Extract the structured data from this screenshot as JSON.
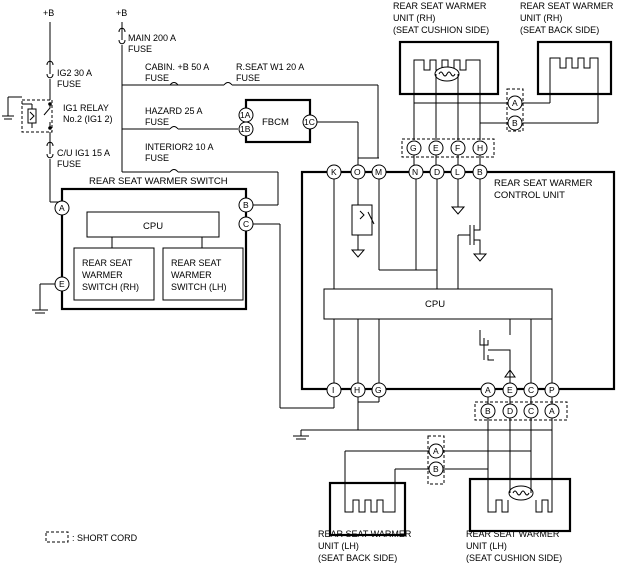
{
  "power": {
    "b1": "+B",
    "b2": "+B"
  },
  "fuses": {
    "main200": [
      "MAIN 200 A",
      "FUSE"
    ],
    "ig2": [
      "IG2 30 A",
      "FUSE"
    ],
    "cabin": [
      "CABIN. +B 50 A",
      "FUSE"
    ],
    "rseat": [
      "R.SEAT W1 20 A",
      "FUSE"
    ],
    "hazard": [
      "HAZARD 25 A",
      "FUSE"
    ],
    "interior2": [
      "INTERIOR2 10 A",
      "FUSE"
    ],
    "cuig1": [
      "C/U IG1 15 A",
      "FUSE"
    ]
  },
  "relay": [
    "IG1 RELAY",
    "No.2 (IG1 2)"
  ],
  "fbcm": {
    "title": "FBCM",
    "pins": [
      "1A",
      "1B",
      "1C"
    ]
  },
  "switch": {
    "title": "REAR SEAT WARMER SWITCH",
    "cpu": "CPU",
    "rh": [
      "REAR SEAT",
      "WARMER",
      "SWITCH (RH)"
    ],
    "lh": [
      "REAR SEAT",
      "WARMER",
      "SWITCH (LH)"
    ],
    "pins": [
      "A",
      "B",
      "C",
      "E"
    ]
  },
  "control": {
    "title": [
      "REAR SEAT WARMER",
      "CONTROL UNIT"
    ],
    "cpu": "CPU",
    "top_pins": [
      "K",
      "O",
      "M",
      "N",
      "D",
      "L",
      "B"
    ],
    "bottom_pins": [
      "I",
      "H",
      "G",
      "A",
      "E",
      "C",
      "P"
    ]
  },
  "units": {
    "rh_cushion": [
      "REAR SEAT WARMER",
      "UNIT (RH)",
      "(SEAT CUSHION SIDE)"
    ],
    "rh_back": [
      "REAR SEAT WARMER",
      "UNIT (RH)",
      "(SEAT BACK SIDE)"
    ],
    "lh_back": [
      "REAR SEAT WARMER",
      "UNIT (LH)",
      "(SEAT BACK SIDE)"
    ],
    "lh_cushion": [
      "REAR SEAT WARMER",
      "UNIT (LH)",
      "(SEAT CUSHION SIDE)"
    ]
  },
  "connectors": {
    "rh_cushion": [
      "G",
      "E",
      "F",
      "H"
    ],
    "rh_back": [
      "A",
      "B"
    ],
    "lh_cushion": [
      "B",
      "D",
      "C",
      "A"
    ],
    "lh_back": [
      "A",
      "B"
    ]
  },
  "legend": ": SHORT CORD"
}
